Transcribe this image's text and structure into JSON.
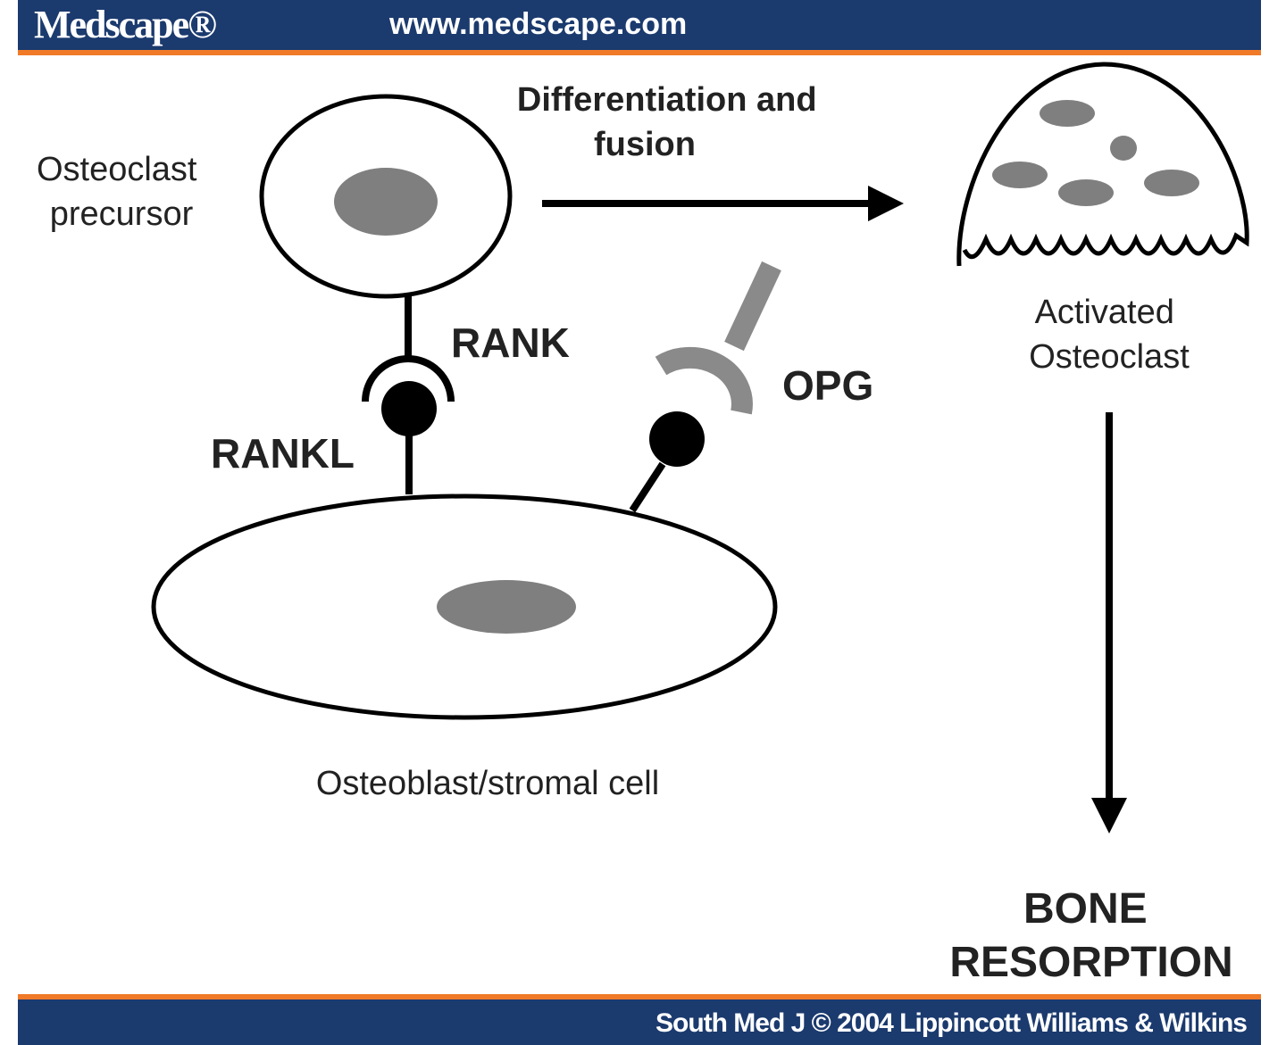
{
  "header": {
    "logo_text": "Medscape®",
    "url": "www.medscape.com"
  },
  "footer": {
    "copyright": "South Med J © 2004 Lippincott Williams & Wilkins"
  },
  "diagram": {
    "precursor_label": [
      "Osteoclast",
      "precursor"
    ],
    "arrow_label": [
      "Differentiation and",
      "fusion"
    ],
    "activated_label": [
      "Activated",
      "Osteoclast"
    ],
    "rank_label": "RANK",
    "rankl_label": "RANKL",
    "opg_label": "OPG",
    "osteoblast_label": "Osteoblast/stromal cell",
    "outcome_label": [
      "BONE",
      "RESORPTION"
    ]
  },
  "colors": {
    "header_blue": "#1b3a6e",
    "accent_orange": "#f07a28",
    "nucleus_gray": "#7f7f7f",
    "opg_gray": "#8a8a8a",
    "ink": "#000000"
  }
}
